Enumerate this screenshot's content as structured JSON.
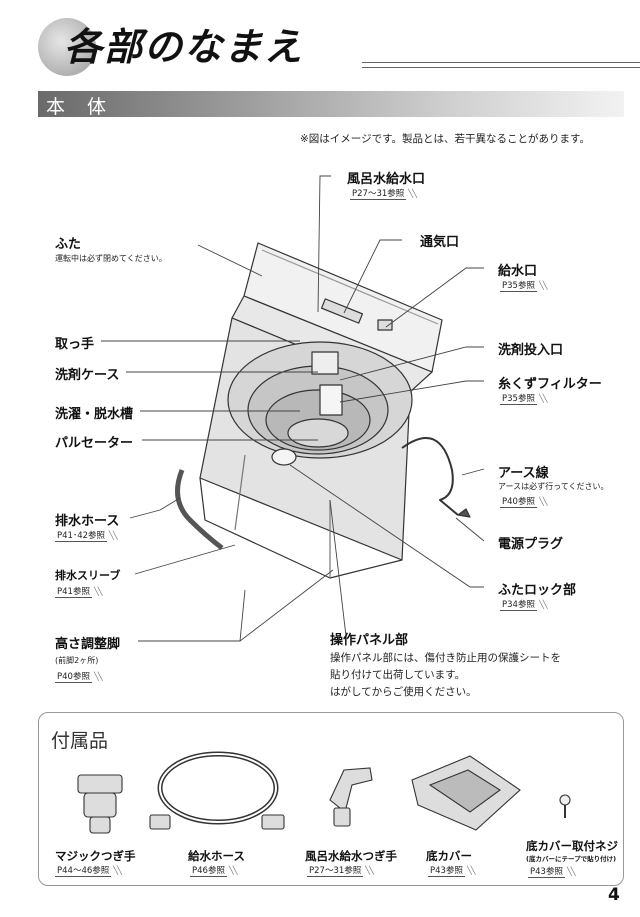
{
  "title": "各部のなまえ",
  "section": "本 体",
  "note": "※図はイメージです。製品とは、若干異なることがあります。",
  "labels": {
    "furo_kyusuiguchi": {
      "name": "風呂水給水口",
      "ref": "P27～31参照"
    },
    "tsukiguchi": {
      "name": "通気口"
    },
    "futa": {
      "name": "ふた",
      "sub": "運転中は必ず閉めてください。"
    },
    "kyusuiguchi": {
      "name": "給水口",
      "ref": "P35参照"
    },
    "totte": {
      "name": "取っ手"
    },
    "senzai_case": {
      "name": "洗剤ケース"
    },
    "senzai_tounyuguchi": {
      "name": "洗剤投入口"
    },
    "itokuzu_filter": {
      "name": "糸くずフィルター",
      "ref": "P35参照"
    },
    "sentaku_dassuisou": {
      "name": "洗濯・脱水槽"
    },
    "pulsator": {
      "name": "パルセーター"
    },
    "earth_sen": {
      "name": "アース線",
      "sub": "アースは必ず行ってください。",
      "ref": "P40参照"
    },
    "haisui_hose": {
      "name": "排水ホース",
      "ref": "P41･42参照"
    },
    "dengen_plug": {
      "name": "電源プラグ"
    },
    "haisui_sleeve": {
      "name": "排水スリーブ",
      "ref": "P41参照"
    },
    "futa_lock": {
      "name": "ふたロック部",
      "ref": "P34参照"
    },
    "takasa_chousei": {
      "name": "高さ調整脚",
      "sub": "(前脚2ヶ所)",
      "ref": "P40参照"
    },
    "sousa_panel": {
      "name": "操作パネル部",
      "desc1": "操作パネル部には、傷付き防止用の保護シートを",
      "desc2": "貼り付けて出荷しています。",
      "desc3": "はがしてからご使用ください。"
    }
  },
  "accessories": {
    "title": "付属品",
    "items": [
      {
        "name": "マジックつぎ手",
        "ref": "P44～46参照"
      },
      {
        "name": "給水ホース",
        "ref": "P46参照"
      },
      {
        "name": "風呂水給水つぎ手",
        "ref": "P27～31参照"
      },
      {
        "name": "底カバー",
        "ref": "P43参照"
      },
      {
        "name": "底カバー取付ネジ",
        "sub": "(底カバーにテープで貼り付け)",
        "ref": "P43参照"
      }
    ]
  },
  "page_number": "4"
}
